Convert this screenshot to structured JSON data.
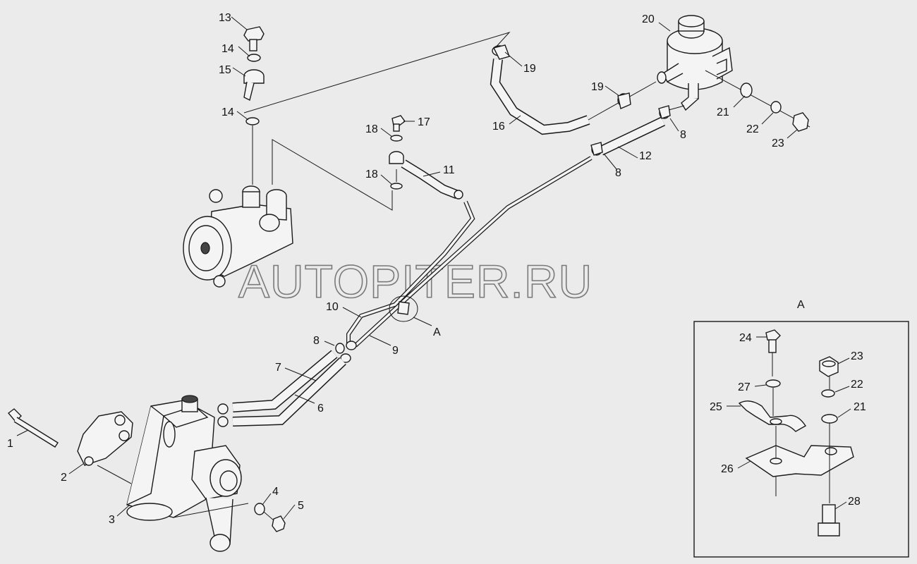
{
  "watermark": "AUTOPITER.RU",
  "detail_title": "A",
  "view_marker": "A",
  "callouts": {
    "c1": "1",
    "c2": "2",
    "c3": "3",
    "c4": "4",
    "c5": "5",
    "c6": "6",
    "c7": "7",
    "c8a": "8",
    "c8b": "8",
    "c8c": "8",
    "c9": "9",
    "c10": "10",
    "c11": "11",
    "c12": "12",
    "c13": "13",
    "c14a": "14",
    "c14b": "14",
    "c15": "15",
    "c16": "16",
    "c17": "17",
    "c18a": "18",
    "c18b": "18",
    "c19a": "19",
    "c19b": "19",
    "c20": "20",
    "c21a": "21",
    "c22a": "22",
    "c23a": "23",
    "c24": "24",
    "c27": "27",
    "c25": "25",
    "c26": "26",
    "c28": "28",
    "c23b": "23",
    "c22b": "22",
    "c21b": "21"
  },
  "colors": {
    "background": "#ebebeb",
    "line": "#1a1a1a",
    "part_fill": "#f4f4f4",
    "watermark": "#7a7a7a"
  }
}
